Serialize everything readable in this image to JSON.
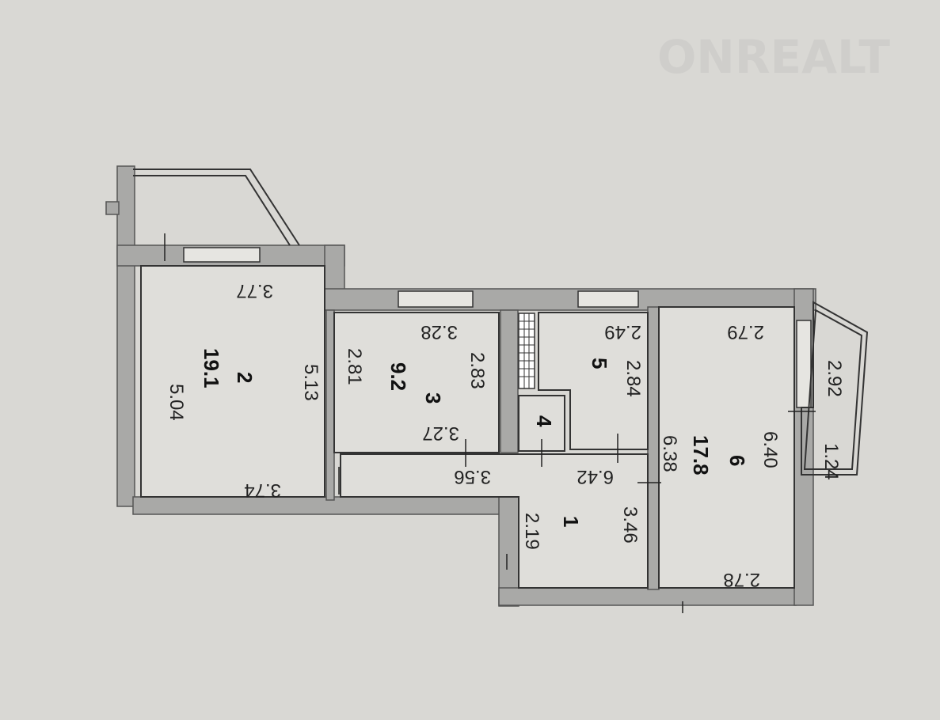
{
  "watermark": "ONREALT",
  "rooms": [
    {
      "id": "1",
      "dims": [
        "3.56",
        "2.19",
        "3.46",
        "6.42"
      ]
    },
    {
      "id": "2",
      "area": "19.1",
      "dims": [
        "3.77",
        "5.04",
        "5.13",
        "3.74"
      ]
    },
    {
      "id": "3",
      "area": "9.2",
      "dims": [
        "3.28",
        "2.81",
        "2.83",
        "3.27"
      ]
    },
    {
      "id": "4"
    },
    {
      "id": "5",
      "dims": [
        "2.49",
        "2.84"
      ]
    },
    {
      "id": "6",
      "area": "17.8",
      "dims": [
        "2.79",
        "6.38",
        "6.40",
        "2.78"
      ]
    }
  ],
  "balcony": {
    "dims": [
      "2.92",
      "1.24"
    ]
  }
}
